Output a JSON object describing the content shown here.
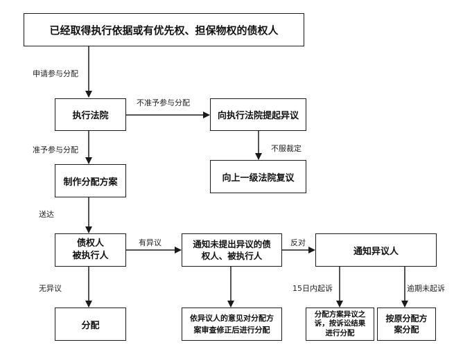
{
  "nodes": {
    "creditor": "已经取得执行依据或有优先权、担保物权的债权人",
    "court": "执行法院",
    "objection_to_court": "向执行法院提起异议",
    "higher_court_review": "向上一级法院复议",
    "make_plan": "制作分配方案",
    "parties": "债权人\n被执行人",
    "notify_non_objectors": "通知未提出异议的债\n权人、被执行人",
    "notify_objector": "通知异议人",
    "distribute": "分配",
    "review_plan": "依异议人的意见对分配方\n案审查修正后进行分配",
    "lawsuit": "分配方案异议之\n诉，按诉讼结果\n进行分配",
    "original_plan": "按原分配方\n案分配"
  },
  "edge_labels": {
    "apply": "申请参与分配",
    "not_allowed": "不准予参与分配",
    "not_satisfied": "不服裁定",
    "allowed": "准予参与分配",
    "deliver": "送达",
    "has_objection": "有异议",
    "oppose": "反对",
    "no_objection": "无异议",
    "sue_in_15_days": "15日内起诉",
    "overdue_no_suit": "逾期未起诉"
  }
}
